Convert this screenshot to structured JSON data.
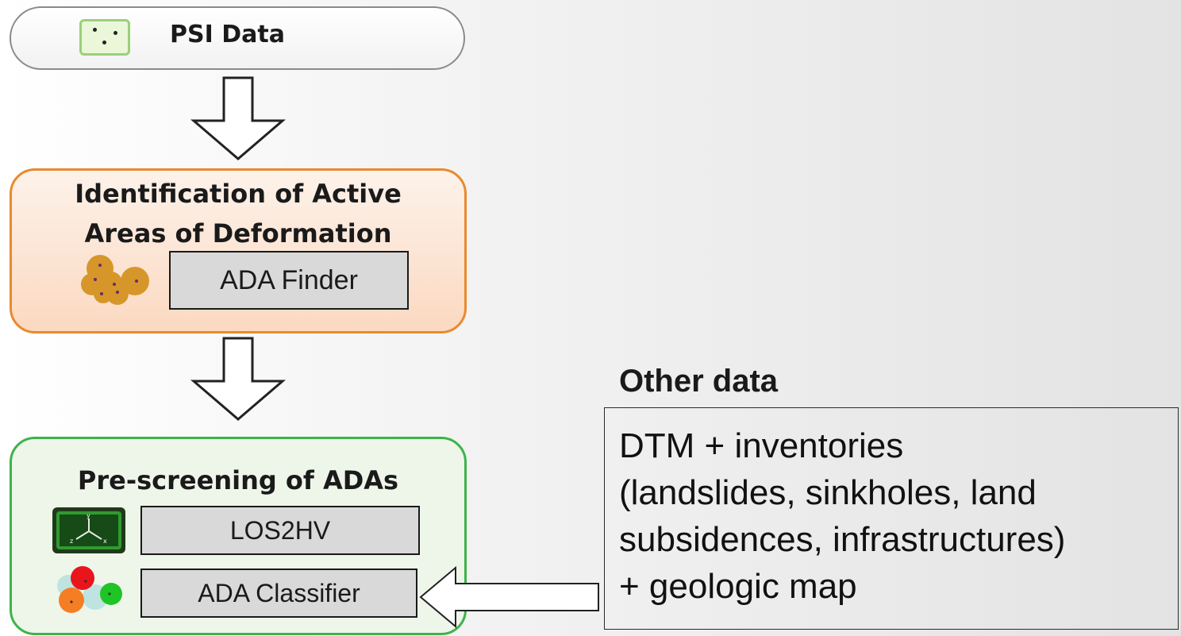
{
  "psi": {
    "label": "PSI Data"
  },
  "identification": {
    "title_line1": "Identification of Active",
    "title_line2": "Areas of Deformation",
    "tool": "ADA Finder"
  },
  "prescreening": {
    "title": "Pre-screening of ADAs",
    "tool1": "LOS2HV",
    "tool2": "ADA Classifier"
  },
  "other_data": {
    "label": "Other data",
    "lines": [
      "DTM + inventories",
      "(landslides, sinkholes, land",
      "subsidences, infrastructures)",
      "+ geologic map"
    ]
  },
  "icons": {
    "psi": "scatter-points-icon",
    "ada_finder": "clustered-circles-icon",
    "los2hv": "xyz-axes-icon",
    "ada_classifier": "colored-circles-icon"
  },
  "colors": {
    "identification_border": "#e98a2e",
    "identification_fill": "#fbd9c1",
    "prescreening_border": "#3db34a",
    "prescreening_fill": "#eef6ea",
    "tool_fill": "#d9d9d9"
  }
}
